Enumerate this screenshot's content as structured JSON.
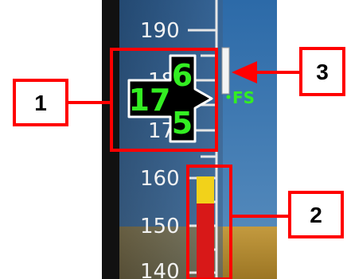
{
  "tape": {
    "labels": [
      "190",
      "18",
      "17",
      "160",
      "150",
      "140"
    ],
    "drum": {
      "hundreds_tens": "17",
      "upper": "6",
      "lower": "5"
    },
    "fs_label": "FS"
  },
  "callouts": [
    "1",
    "2",
    "3"
  ],
  "colors": {
    "sky": "#3a78b0",
    "ground": "#b0862e",
    "speed_trend": "#d81818",
    "caution": "#f2d21a",
    "callout_frame": "#ff0000",
    "drum_text": "#33ee22"
  }
}
